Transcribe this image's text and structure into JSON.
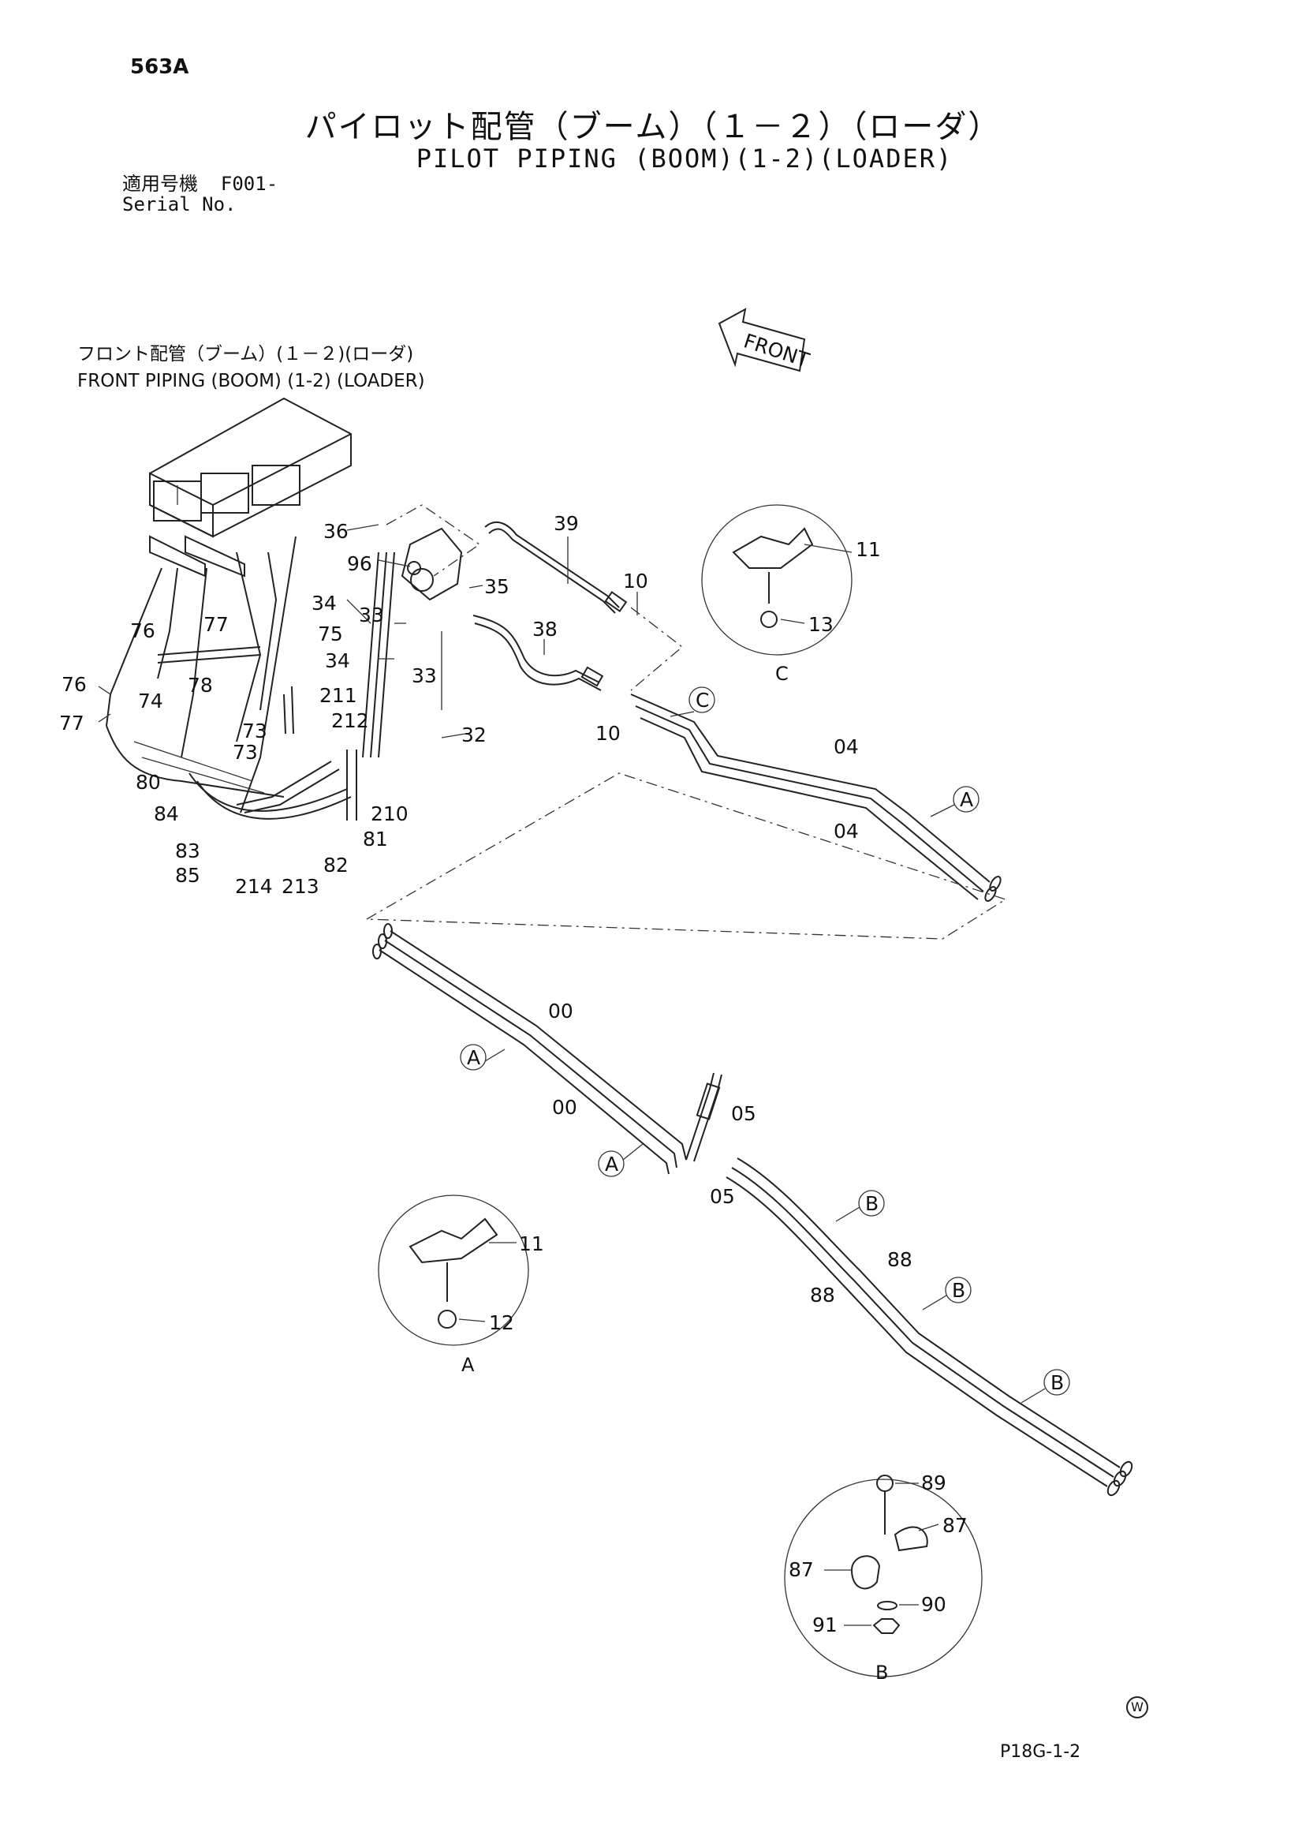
{
  "header": {
    "page_code": "563A",
    "title_jp": "パイロット配管（ブーム）（１－２）（ローダ）",
    "title_en": "PILOT PIPING (BOOM)(1-2)(LOADER)",
    "serial_label_jp": "適用号機",
    "serial_value": "F001-",
    "serial_label_en": "Serial No."
  },
  "diagram": {
    "section_title_jp": "フロント配管（ブーム）(１－２)(ローダ)",
    "section_title_en": "FRONT PIPING (BOOM) (1-2) (LOADER)",
    "front_arrow_label": "FRONT",
    "detail_labels": {
      "a": "A",
      "b": "B",
      "c": "C"
    },
    "callouts": {
      "c36": "36",
      "c96": "96",
      "c35": "35",
      "c39": "39",
      "c10a": "10",
      "c10b": "10",
      "c38": "38",
      "c34a": "34",
      "c33a": "33",
      "c34b": "34",
      "c33b": "33",
      "c32": "32",
      "c75": "75",
      "c76a": "76",
      "c77a": "77",
      "c76b": "76",
      "c74": "74",
      "c78": "78",
      "c77b": "77",
      "c73a": "73",
      "c73b": "73",
      "c211": "211",
      "c212": "212",
      "c80": "80",
      "c84": "84",
      "c83": "83",
      "c85": "85",
      "c214": "214",
      "c213": "213",
      "c82": "82",
      "c81": "81",
      "c210": "210",
      "c04a": "04",
      "c04b": "04",
      "c00a": "00",
      "c00b": "00",
      "c05a": "05",
      "c05b": "05",
      "c88a": "88",
      "c88b": "88",
      "c11c": "11",
      "c13": "13",
      "c11a": "11",
      "c12": "12",
      "c89": "89",
      "c87a": "87",
      "c87b": "87",
      "c90": "90",
      "c91": "91"
    }
  },
  "footer": {
    "drawing_code": "P18G-1-2",
    "w_mark": "W"
  }
}
